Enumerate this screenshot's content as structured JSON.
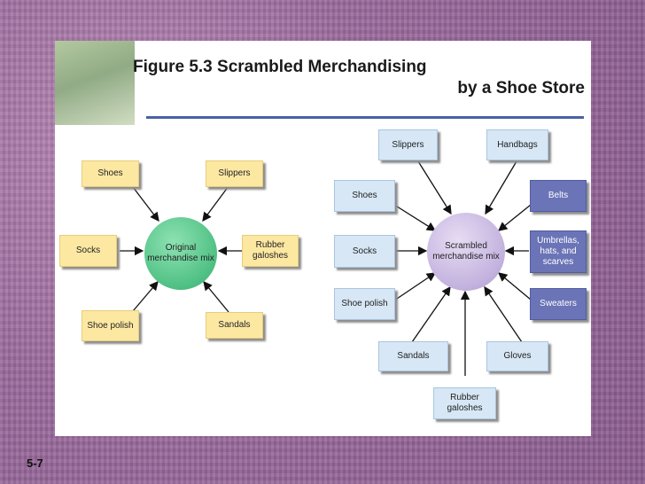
{
  "title": {
    "line1": "Figure 5.3 Scrambled Merchandising",
    "line2": "by a Shoe Store"
  },
  "slide_number": "5-7",
  "original": {
    "center": "Original merchandise mix",
    "items": {
      "shoes": "Shoes",
      "slippers": "Slippers",
      "socks": "Socks",
      "rubber_galoshes": "Rubber galoshes",
      "shoe_polish": "Shoe polish",
      "sandals": "Sandals"
    }
  },
  "scrambled": {
    "center": "Scrambled merchandise mix",
    "items": {
      "slippers": "Slippers",
      "handbags": "Handbags",
      "shoes": "Shoes",
      "belts": "Belts",
      "socks": "Socks",
      "umbrellas": "Umbrellas, hats, and scarves",
      "shoe_polish": "Shoe polish",
      "sweaters": "Sweaters",
      "sandals": "Sandals",
      "gloves": "Gloves",
      "rubber_galoshes": "Rubber galoshes"
    }
  },
  "colors": {
    "yellow_box": "#fde8a2",
    "blue_box": "#d7e7f5",
    "purple_box": "#6a74b6",
    "green_circle": "#4fc083",
    "purple_circle": "#c2b1de",
    "title_rule": "#4b61a6"
  }
}
